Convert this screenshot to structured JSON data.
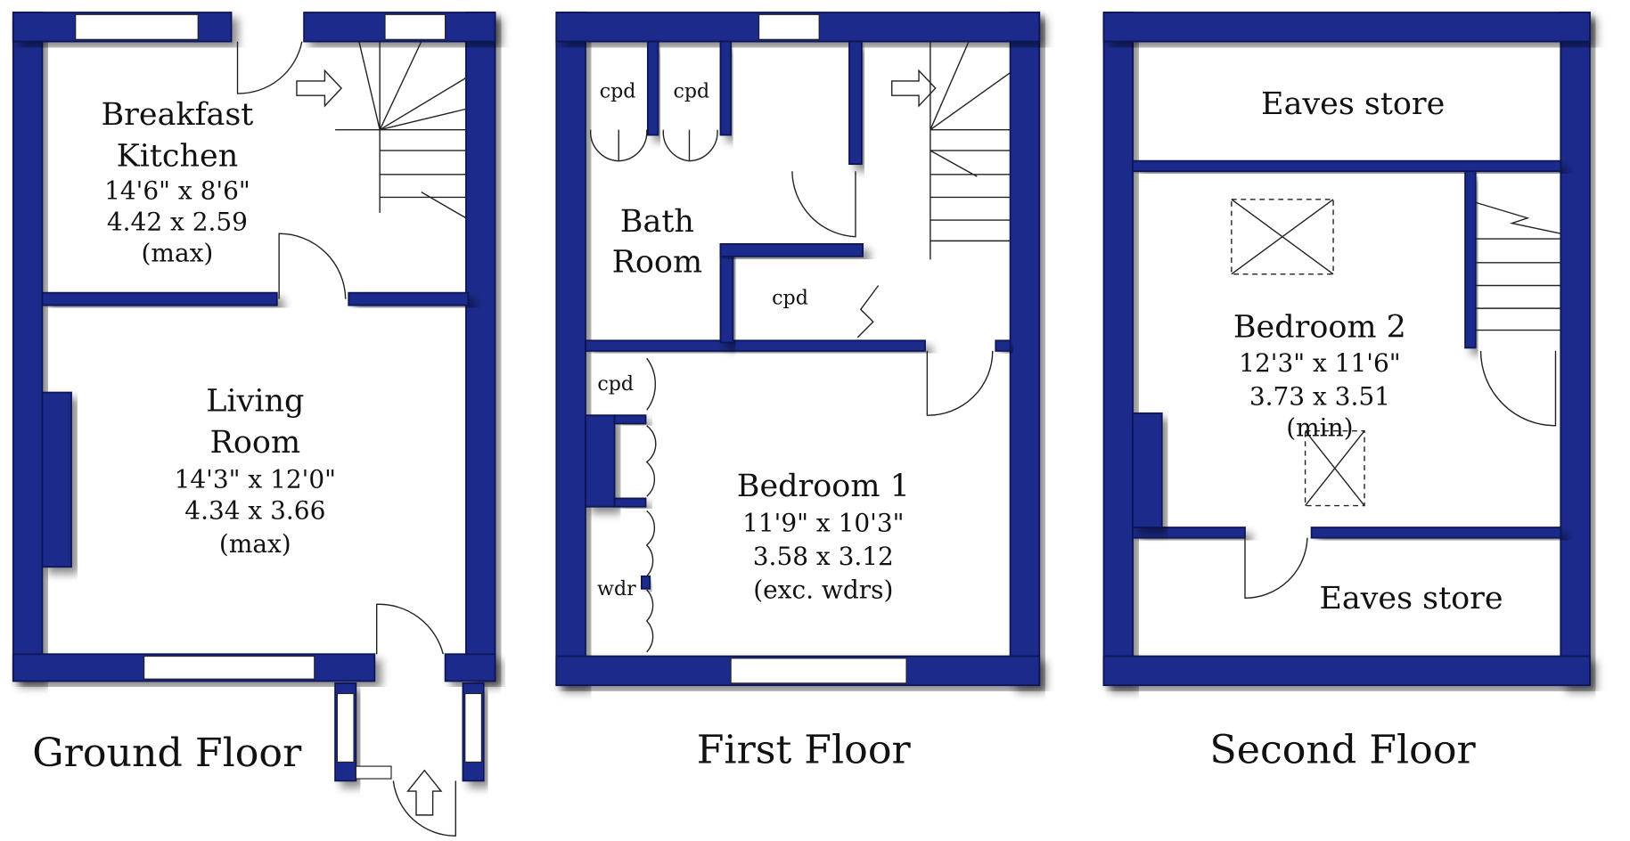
{
  "colors": {
    "wall": "#1a2a8c",
    "background": "#ffffff"
  },
  "floors": {
    "ground": {
      "label": "Ground Floor",
      "kitchen": {
        "name1": "Breakfast",
        "name2": "Kitchen",
        "imperial": "14'6\"  x  8'6\"",
        "metric": "4.42  x  2.59",
        "note": "(max)"
      },
      "living": {
        "name1": "Living",
        "name2": "Room",
        "imperial": "14'3\"  x  12'0\"",
        "metric": "4.34  x  3.66",
        "note": "(max)"
      }
    },
    "first": {
      "label": "First Floor",
      "cpd": "cpd",
      "wdr": "wdr",
      "bath": {
        "name1": "Bath",
        "name2": "Room"
      },
      "bedroom1": {
        "name": "Bedroom 1",
        "imperial": "11'9\"  x  10'3\"",
        "metric": "3.58  x  3.12",
        "note": "(exc. wdrs)"
      }
    },
    "second": {
      "label": "Second Floor",
      "eaves_top": "Eaves store",
      "eaves_bottom": "Eaves store",
      "bedroom2": {
        "name": "Bedroom 2",
        "imperial": "12'3\"  x  11'6\"",
        "metric": "3.73  x  3.51",
        "note": "(min)"
      }
    }
  }
}
